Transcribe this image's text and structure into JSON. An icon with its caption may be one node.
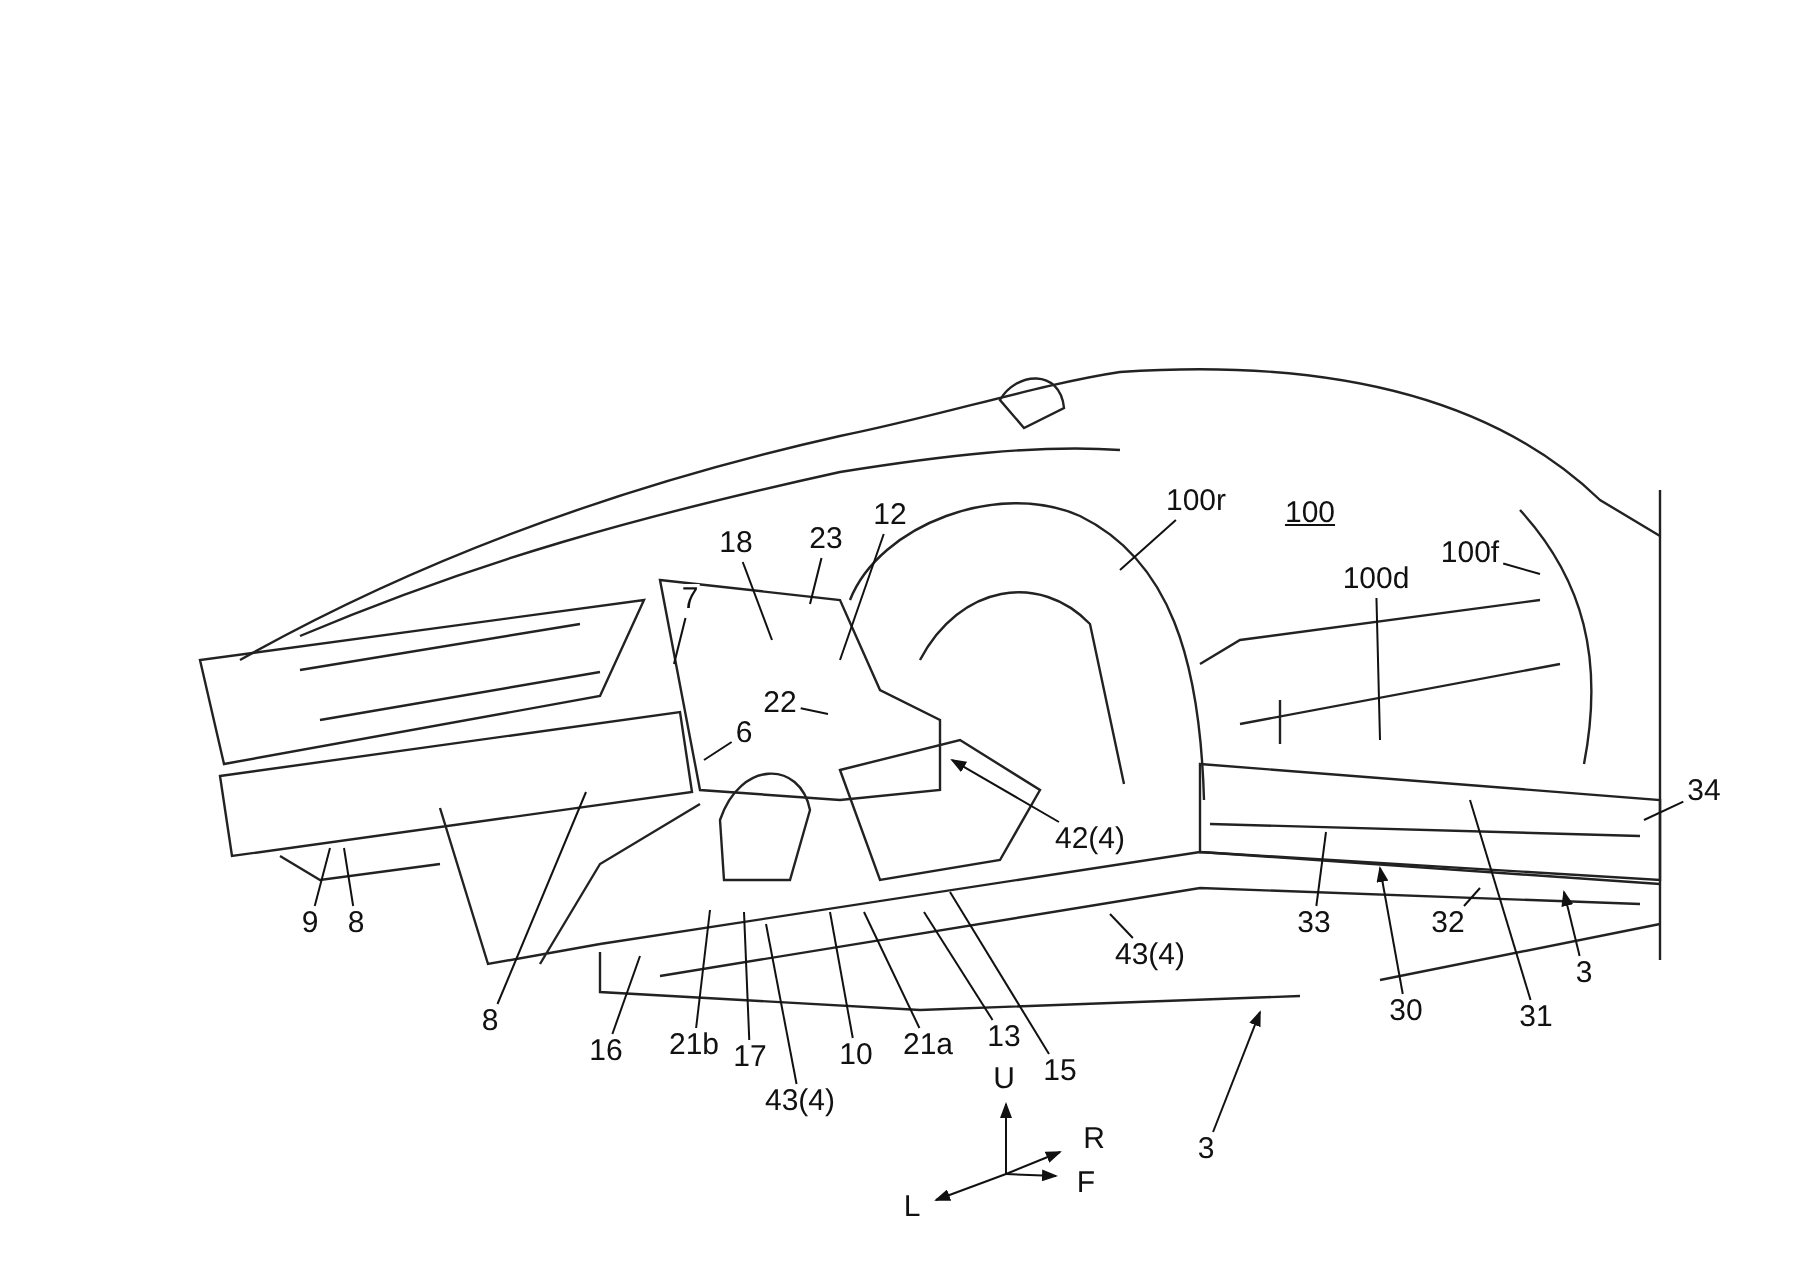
{
  "diagram": {
    "nodes": [
      {
        "text": [
          "12"
        ]
      },
      {
        "text": [
          "100r"
        ]
      },
      {
        "text": [
          "100f"
        ]
      },
      {
        "text": [
          "18"
        ]
      },
      {
        "text": [
          "23"
        ]
      },
      {
        "text": [
          "100d"
        ]
      },
      {
        "text": [
          "7"
        ]
      },
      {
        "text": [
          "22"
        ]
      },
      {
        "text": [
          "6"
        ]
      },
      {
        "text": [
          "34"
        ]
      },
      {
        "text": [
          "42(4)"
        ]
      },
      {
        "text": [
          "43(4)"
        ]
      },
      {
        "text": [
          "9"
        ]
      },
      {
        "text": [
          "8"
        ]
      },
      {
        "text": [
          "33"
        ]
      },
      {
        "text": [
          "32"
        ]
      },
      {
        "text": [
          "3"
        ]
      },
      {
        "text": [
          "30"
        ]
      },
      {
        "text": [
          "31"
        ]
      },
      {
        "text": [
          "8"
        ]
      },
      {
        "text": [
          "16"
        ]
      },
      {
        "text": [
          "21b"
        ]
      },
      {
        "text": [
          "17"
        ]
      },
      {
        "text": [
          "10"
        ]
      },
      {
        "text": [
          "21a"
        ]
      },
      {
        "text": [
          "13"
        ]
      },
      {
        "text": [
          "15"
        ]
      },
      {
        "text": [
          "43(4)"
        ]
      },
      {
        "text": [
          "3"
        ]
      },
      {
        "text": [
          "100"
        ]
      }
    ],
    "edges": [
      {
        "from": 0,
        "to": null,
        "arrow": "none"
      },
      {
        "from": 1,
        "to": null,
        "arrow": "none"
      },
      {
        "from": 2,
        "to": null,
        "arrow": "none"
      },
      {
        "from": 3,
        "to": null,
        "arrow": "none"
      },
      {
        "from": 4,
        "to": null,
        "arrow": "none"
      },
      {
        "from": 5,
        "to": null,
        "arrow": "none"
      },
      {
        "from": 6,
        "to": null,
        "arrow": "none"
      },
      {
        "from": 7,
        "to": null,
        "arrow": "none"
      },
      {
        "from": 8,
        "to": null,
        "arrow": "none"
      },
      {
        "from": 9,
        "to": null,
        "arrow": "none"
      },
      {
        "from": 10,
        "to": null,
        "arrow": "to"
      },
      {
        "from": 11,
        "to": null,
        "arrow": "none"
      },
      {
        "from": 12,
        "to": null,
        "arrow": "none"
      },
      {
        "from": 13,
        "to": null,
        "arrow": "none"
      },
      {
        "from": 14,
        "to": null,
        "arrow": "none"
      },
      {
        "from": 15,
        "to": null,
        "arrow": "none"
      },
      {
        "from": 16,
        "to": null,
        "arrow": "to"
      },
      {
        "from": 17,
        "to": null,
        "arrow": "to"
      },
      {
        "from": 18,
        "to": null,
        "arrow": "none"
      },
      {
        "from": 19,
        "to": null,
        "arrow": "none"
      },
      {
        "from": 20,
        "to": null,
        "arrow": "none"
      },
      {
        "from": 21,
        "to": null,
        "arrow": "none"
      },
      {
        "from": 22,
        "to": null,
        "arrow": "none"
      },
      {
        "from": 23,
        "to": null,
        "arrow": "none"
      },
      {
        "from": 24,
        "to": null,
        "arrow": "none"
      },
      {
        "from": 25,
        "to": null,
        "arrow": "none"
      },
      {
        "from": 26,
        "to": null,
        "arrow": "none"
      },
      {
        "from": 27,
        "to": null,
        "arrow": "none"
      },
      {
        "from": 28,
        "to": null,
        "arrow": "to"
      }
    ],
    "labels": [
      "U",
      "R",
      "F",
      "L"
    ]
  }
}
